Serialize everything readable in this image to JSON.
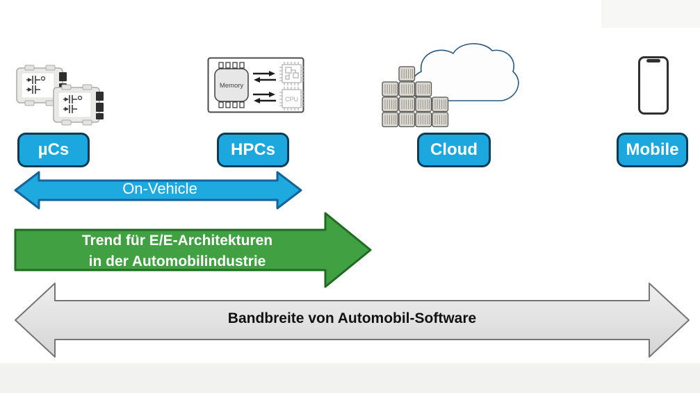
{
  "nodes": [
    {
      "id": "ucs",
      "label": "µCs"
    },
    {
      "id": "hpcs",
      "label": "HPCs"
    },
    {
      "id": "cloud",
      "label": "Cloud"
    },
    {
      "id": "mobile",
      "label": "Mobile"
    }
  ],
  "arrows": {
    "on_vehicle": {
      "label": "On-Vehicle",
      "fill": "#1ea9df",
      "border": "#15639b",
      "direction": "both"
    },
    "trend": {
      "line1": "Trend für E/E-Architekturen",
      "line2": "in der Automobilindustrie",
      "fill": "#41a142",
      "border": "#206b21",
      "direction": "right"
    },
    "bandwidth": {
      "label": "Bandbreite von Automobil-Software",
      "fill": "#e3e3e3",
      "border": "#757575",
      "direction": "both"
    }
  },
  "icons": {
    "ucs": "dual-ecu-icon",
    "hpcs": "memory-cpu-fpga-icon",
    "cloud": "cloud-with-containers-icon",
    "mobile": "smartphone-icon",
    "memory_chip_label": "Memory",
    "cpu_chip_label": "CPU"
  },
  "colors": {
    "node_fill": "#1ca8de",
    "node_border": "#0a3b54",
    "cloud_stroke": "#27587f",
    "container_fill": "#dbd8d1"
  }
}
